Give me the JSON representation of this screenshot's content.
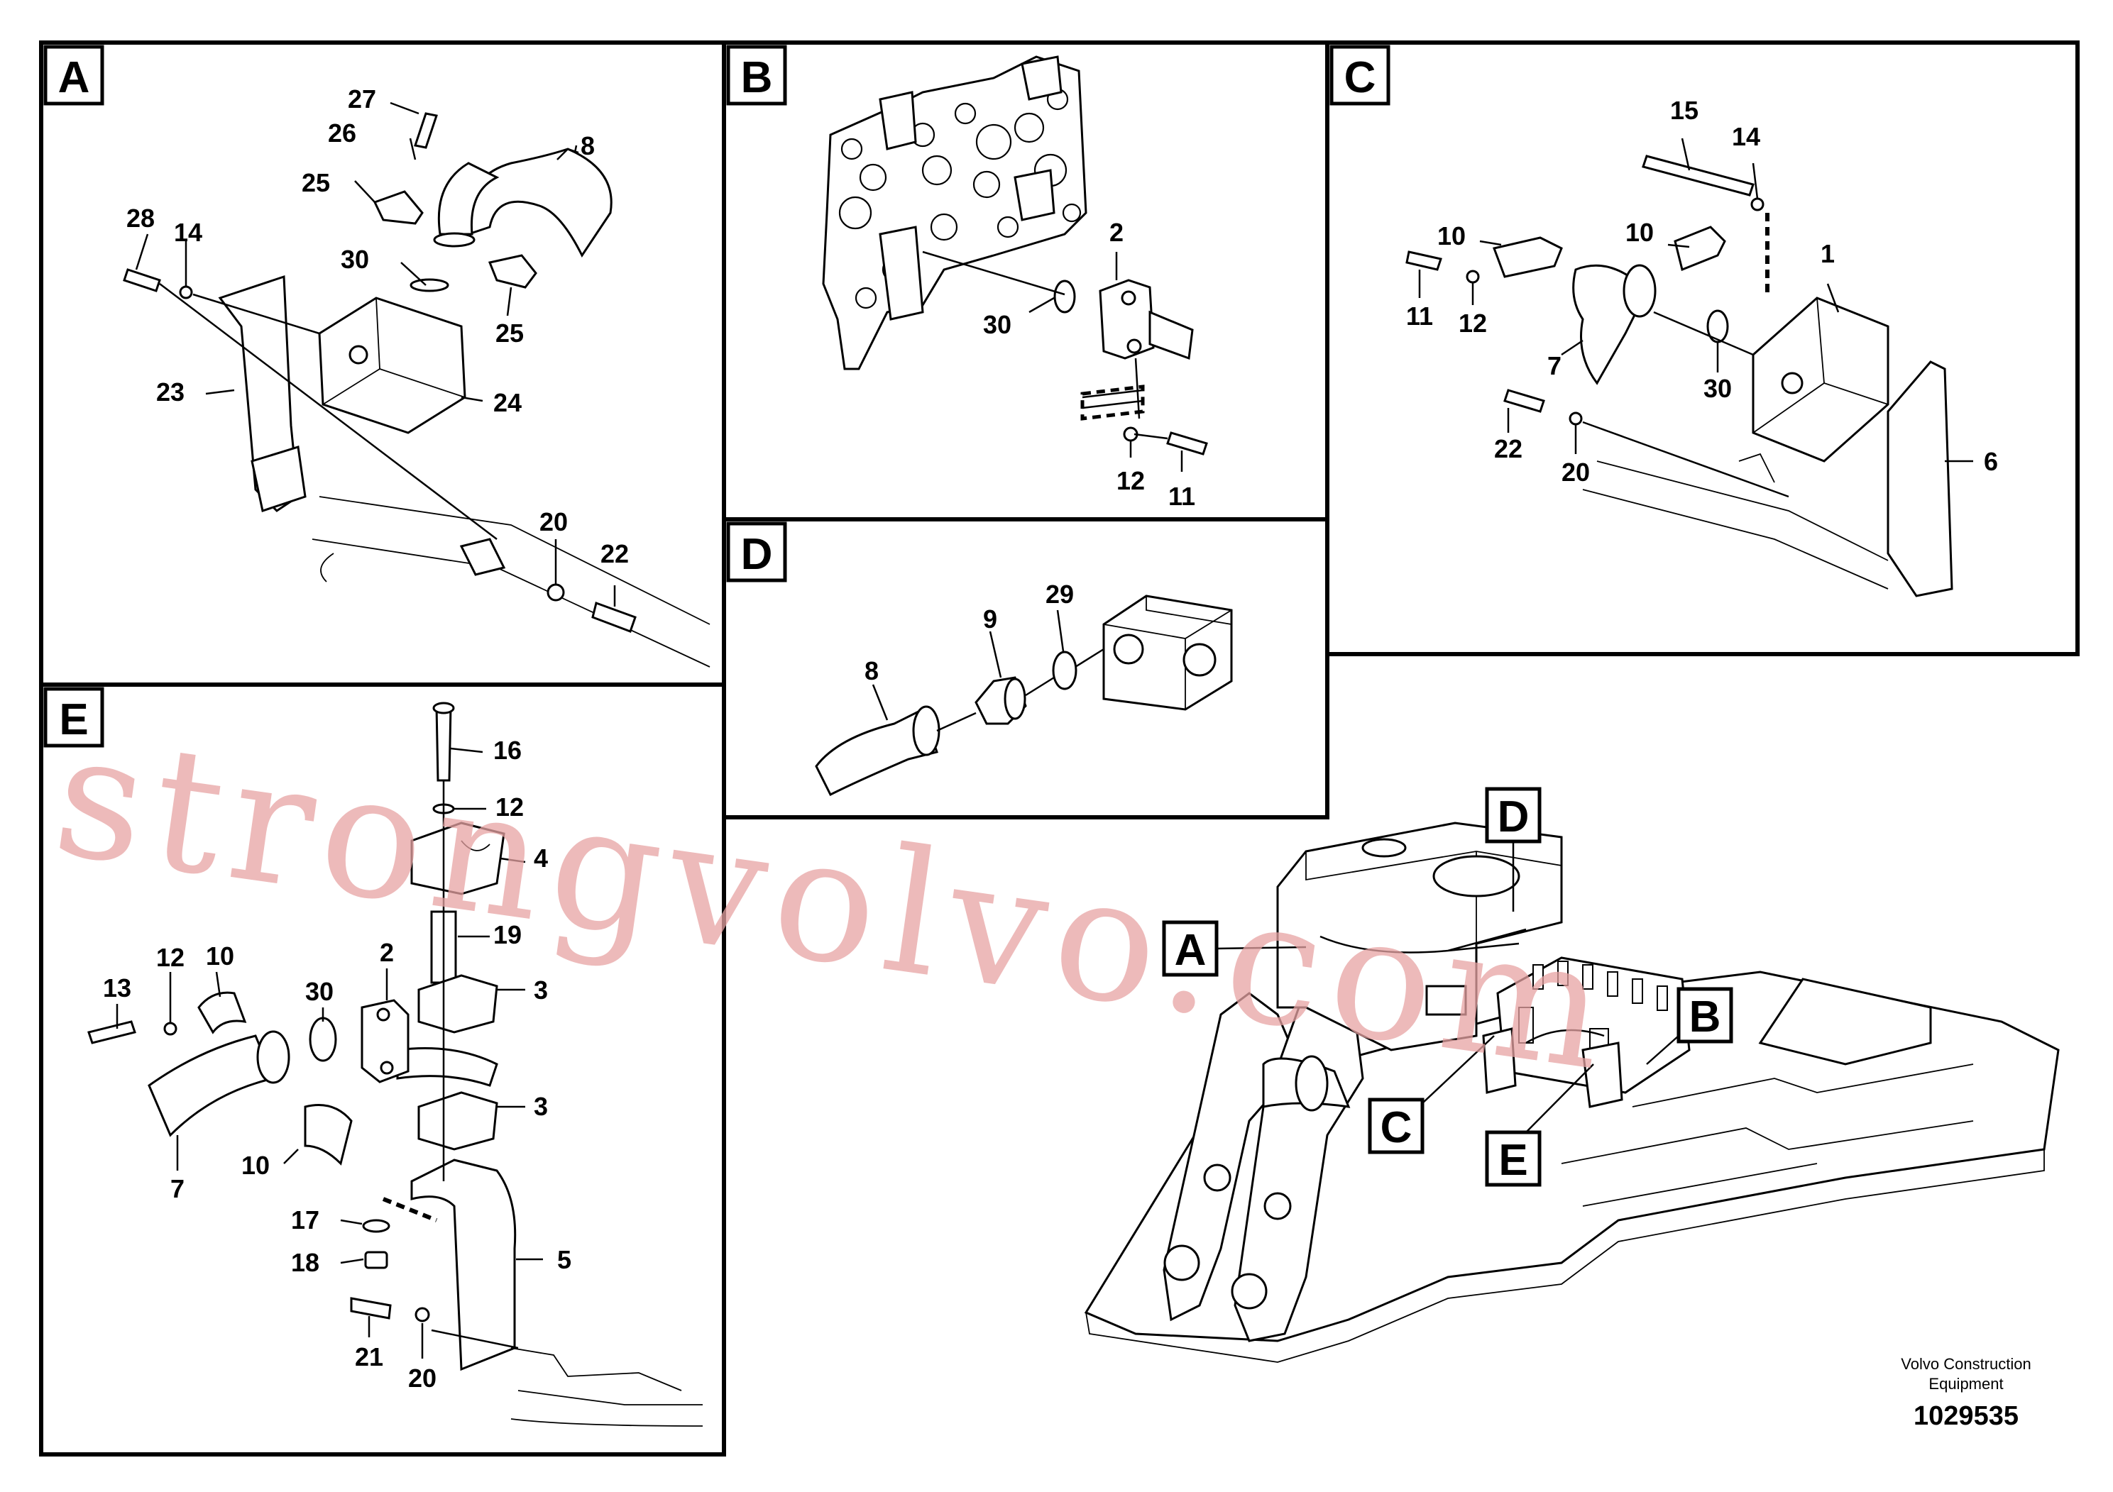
{
  "panels": {
    "A": {
      "tag": "A",
      "labels": [
        "27",
        "26",
        "25",
        "8",
        "28",
        "14",
        "30",
        "25",
        "23",
        "24",
        "20",
        "22"
      ]
    },
    "B": {
      "tag": "B",
      "labels": [
        "2",
        "30",
        "12",
        "11"
      ]
    },
    "C": {
      "tag": "C",
      "labels": [
        "15",
        "14",
        "10",
        "10",
        "1",
        "11",
        "12",
        "7",
        "30",
        "22",
        "20",
        "6"
      ]
    },
    "D": {
      "tag": "D",
      "labels": [
        "29",
        "9",
        "8"
      ]
    },
    "E": {
      "tag": "E",
      "labels": [
        "16",
        "12",
        "4",
        "19",
        "10",
        "12",
        "13",
        "2",
        "30",
        "3",
        "3",
        "7",
        "10",
        "17",
        "18",
        "5",
        "21",
        "20"
      ]
    }
  },
  "overview": {
    "callouts": [
      "D",
      "A",
      "B",
      "C",
      "E"
    ]
  },
  "watermark": "strongvolvo.com",
  "credit": {
    "line1": "Volvo Construction",
    "line2": "Equipment"
  },
  "document_number": "1029535"
}
